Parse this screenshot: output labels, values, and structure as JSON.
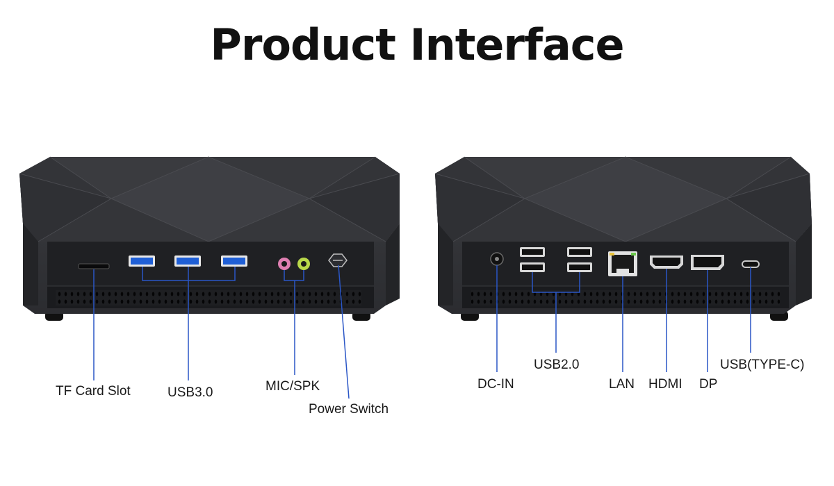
{
  "title": "Product Interface",
  "colors": {
    "leader_line": "#2a56c6",
    "device_body": "#2a2b2e",
    "usb3_port": "#1f5fd6",
    "mic_jack": "#e07fb2",
    "spk_jack": "#b9d84a"
  },
  "front_panel": {
    "labels": {
      "tf_card": "TF Card Slot",
      "usb3": "USB3.0",
      "mic_spk": "MIC/SPK",
      "power": "Power Switch"
    }
  },
  "rear_panel": {
    "labels": {
      "dc_in": "DC-IN",
      "usb2": "USB2.0",
      "lan": "LAN",
      "hdmi": "HDMI",
      "dp": "DP",
      "usb_c": "USB(TYPE-C)"
    }
  }
}
